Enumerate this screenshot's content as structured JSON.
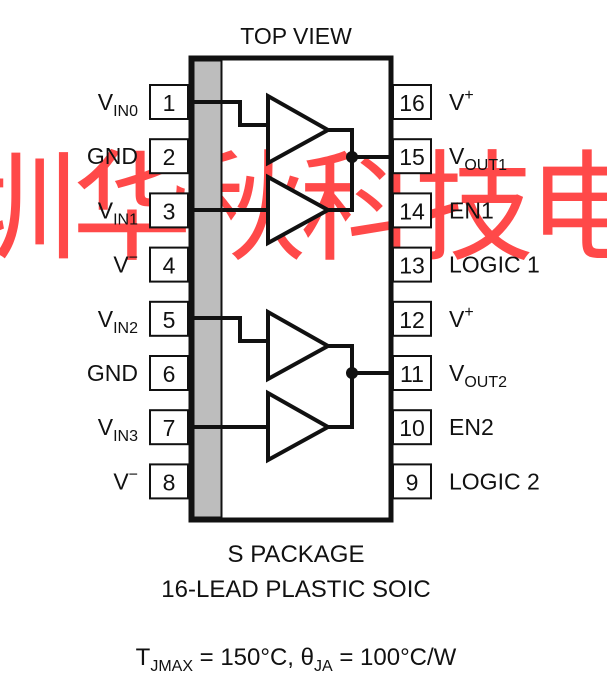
{
  "diagram": {
    "top_label": "TOP VIEW",
    "watermark": "深圳华秋科技电子",
    "pins": [
      {
        "number": "1",
        "label": "V",
        "label_sub": "IN0",
        "label_sup": ""
      },
      {
        "number": "2",
        "label": "GND",
        "label_sub": "",
        "label_sup": ""
      },
      {
        "number": "3",
        "label": "V",
        "label_sub": "IN1",
        "label_sup": ""
      },
      {
        "number": "4",
        "label": "V",
        "label_sub": "",
        "label_sup": "−"
      },
      {
        "number": "5",
        "label": "V",
        "label_sub": "IN2",
        "label_sup": ""
      },
      {
        "number": "6",
        "label": "GND",
        "label_sub": "",
        "label_sup": ""
      },
      {
        "number": "7",
        "label": "V",
        "label_sub": "IN3",
        "label_sup": ""
      },
      {
        "number": "8",
        "label": "V",
        "label_sub": "",
        "label_sup": "−"
      },
      {
        "number": "16",
        "label": "V",
        "label_sub": "",
        "label_sup": "+"
      },
      {
        "number": "15",
        "label": "V",
        "label_sub": "OUT1",
        "label_sup": ""
      },
      {
        "number": "14",
        "label": "EN1",
        "label_sub": "",
        "label_sup": ""
      },
      {
        "number": "13",
        "label": "LOGIC 1",
        "label_sub": "",
        "label_sup": ""
      },
      {
        "number": "12",
        "label": "V",
        "label_sub": "",
        "label_sup": "+"
      },
      {
        "number": "11",
        "label": "V",
        "label_sub": "OUT2",
        "label_sup": ""
      },
      {
        "number": "10",
        "label": "EN2",
        "label_sub": "",
        "label_sup": ""
      },
      {
        "number": "9",
        "label": "LOGIC 2",
        "label_sub": "",
        "label_sup": ""
      }
    ],
    "caption": {
      "line1": "S PACKAGE",
      "line2": "16-LEAD PLASTIC SOIC",
      "thermal": {
        "t": "T",
        "t_sub": "JMAX",
        "t_val": " = 150°C, ",
        "theta": "θ",
        "theta_sub": "JA",
        "theta_val": " = 100°C/W"
      }
    },
    "colors": {
      "ink": "#111111",
      "shade": "#bdbdbd",
      "watermark": "#ff2020"
    }
  }
}
